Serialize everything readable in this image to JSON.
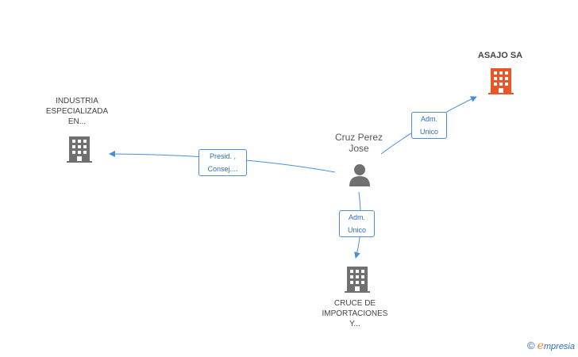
{
  "nodes": {
    "person": {
      "lines": [
        "Cruz Perez",
        "Jose"
      ],
      "icon": "person-icon"
    },
    "asajo": {
      "lines": [
        "ASAJO SA"
      ],
      "icon": "building-icon",
      "color": "#e8562a"
    },
    "industria": {
      "lines": [
        "INDUSTRIA",
        "ESPECIALIZADA",
        "EN..."
      ],
      "icon": "building-icon",
      "color": "#707070"
    },
    "cruce": {
      "lines": [
        "CRUCE DE",
        "IMPORTACIONES",
        "Y..."
      ],
      "icon": "building-icon",
      "color": "#707070"
    }
  },
  "edges": {
    "to_asajo": {
      "lines": [
        "Adm.",
        "Unico"
      ]
    },
    "to_industria": {
      "lines": [
        "Presid. ,",
        "Consej...."
      ]
    },
    "to_cruce": {
      "lines": [
        "Adm.",
        "Unico"
      ]
    }
  },
  "colors": {
    "edge": "#4a8fdb",
    "person": "#707070"
  },
  "footer": {
    "copyright": "©",
    "brand_first": "e",
    "brand_rest": "mpresia"
  }
}
